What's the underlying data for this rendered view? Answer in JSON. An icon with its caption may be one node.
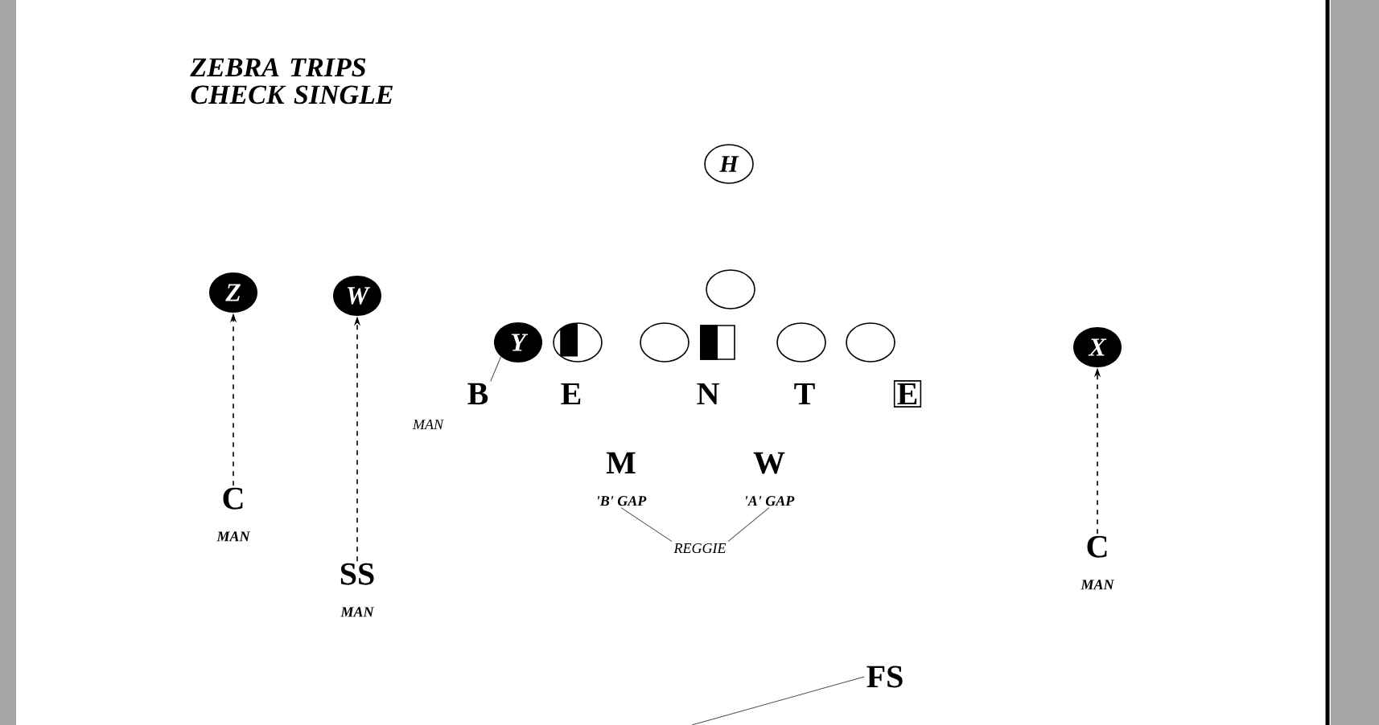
{
  "diagram": {
    "title": "ZEBRA TRIPS CHECK SINGLE",
    "nodes": [
      {
        "text": [
          "H"
        ]
      },
      {
        "text": [
          "Z"
        ]
      },
      {
        "text": [
          "W"
        ]
      },
      {
        "text": [
          "Y"
        ]
      },
      {
        "text": [],
        "shape": "circle"
      },
      {
        "text": [],
        "shape": "circle"
      },
      {
        "text": [],
        "shape": "circle"
      },
      {
        "text": [],
        "shape": "box"
      },
      {
        "text": [],
        "shape": "circle"
      },
      {
        "text": [],
        "shape": "circle"
      },
      {
        "text": [
          "X"
        ]
      },
      {
        "text": [
          "B"
        ],
        "beside": [
          "MAN"
        ]
      },
      {
        "text": [
          "E"
        ]
      },
      {
        "text": [
          "N"
        ]
      },
      {
        "text": [
          "T"
        ]
      },
      {
        "text": [
          "E"
        ]
      },
      {
        "text": [
          "C"
        ],
        "beside": [
          "MAN"
        ]
      },
      {
        "text": [
          "SS"
        ],
        "beside": [
          "MAN"
        ]
      },
      {
        "text": [
          "C"
        ],
        "beside": [
          "MAN"
        ]
      },
      {
        "text": [
          "M"
        ],
        "beside": [
          "'B' GAP"
        ]
      },
      {
        "text": [
          "W"
        ],
        "beside": [
          "'A' GAP"
        ]
      },
      {
        "text": [
          "REGGIE"
        ]
      },
      {
        "text": [
          "FS"
        ]
      }
    ],
    "edges": [
      {
        "from": 16,
        "to": 1,
        "arrow": "to",
        "style": "dashed"
      },
      {
        "from": 17,
        "to": 2,
        "arrow": "to",
        "style": "dashed"
      },
      {
        "from": 18,
        "to": 10,
        "arrow": "to",
        "style": "dashed"
      },
      {
        "from": 11,
        "to": 3,
        "arrow": "none"
      },
      {
        "from": 21,
        "to": 19,
        "arrow": "none"
      },
      {
        "from": 21,
        "to": 20,
        "arrow": "none"
      },
      {
        "from": 22,
        "to": null,
        "arrow": "none"
      }
    ]
  }
}
